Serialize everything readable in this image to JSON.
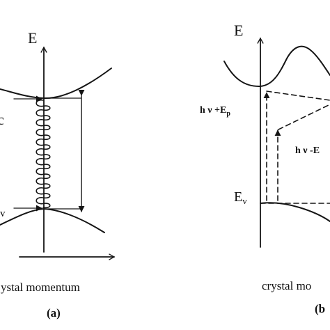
{
  "panel_a": {
    "axis_label": "E",
    "conduction_label": "c",
    "valence_label": "v",
    "xaxis_caption": "ystal momentum",
    "panel_tag": "(a)"
  },
  "panel_b": {
    "axis_label": "E",
    "absorption_label": "h ν +E",
    "absorption_sub": "p",
    "emission_label": "h ν -E",
    "valence_label": "E",
    "valence_sub": "v",
    "xaxis_caption": "crystal mo",
    "panel_tag": "(b"
  }
}
